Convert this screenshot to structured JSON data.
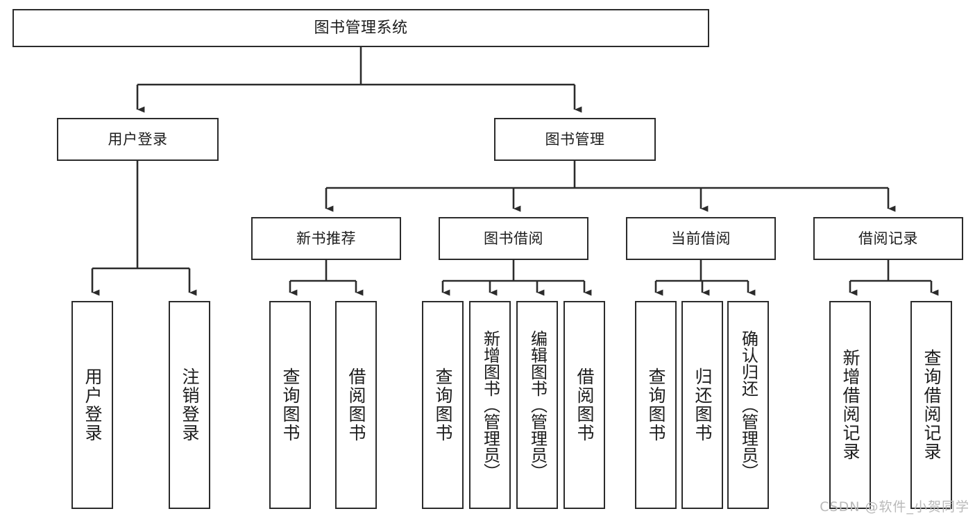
{
  "diagram": {
    "title": "图书管理系统",
    "type": "tree-hierarchy-chart",
    "root": {
      "id": "root",
      "label": "图书管理系统"
    },
    "level2": [
      {
        "id": "user-login",
        "label": "用户登录"
      },
      {
        "id": "book-manage",
        "label": "图书管理"
      }
    ],
    "level3": [
      {
        "id": "new-book-rec",
        "label": "新书推荐"
      },
      {
        "id": "book-borrow",
        "label": "图书借阅"
      },
      {
        "id": "current-borrow",
        "label": "当前借阅"
      },
      {
        "id": "borrow-record",
        "label": "借阅记录"
      }
    ],
    "leaves": {
      "user-login": [
        {
          "id": "leaf-user-login",
          "label": "用户登录"
        },
        {
          "id": "leaf-user-logout",
          "label": "注销登录"
        }
      ],
      "new-book-rec": [
        {
          "id": "leaf-query-book-1",
          "label": "查询图书"
        },
        {
          "id": "leaf-borrow-book-1",
          "label": "借阅图书"
        }
      ],
      "book-borrow": [
        {
          "id": "leaf-query-book-2",
          "label": "查询图书"
        },
        {
          "id": "leaf-add-book",
          "label": "新增图书（管理员）"
        },
        {
          "id": "leaf-edit-book",
          "label": "编辑图书（管理员）"
        },
        {
          "id": "leaf-borrow-book-2",
          "label": "借阅图书"
        }
      ],
      "current-borrow": [
        {
          "id": "leaf-query-book-3",
          "label": "查询图书"
        },
        {
          "id": "leaf-return-book",
          "label": "归还图书"
        },
        {
          "id": "leaf-confirm-return",
          "label": "确认归还（管理员）"
        }
      ],
      "borrow-record": [
        {
          "id": "leaf-add-record",
          "label": "新增借阅记录"
        },
        {
          "id": "leaf-query-record",
          "label": "查询借阅记录"
        }
      ]
    }
  },
  "watermark": {
    "text": "CSDN @软件_小贺同学"
  },
  "colors": {
    "node_border": "#2b2b2b",
    "node_fill": "#ffffff",
    "edge": "#2b2b2b",
    "text": "#1c1c1c",
    "watermark": "#b9b9b9",
    "background": "#ffffff"
  }
}
